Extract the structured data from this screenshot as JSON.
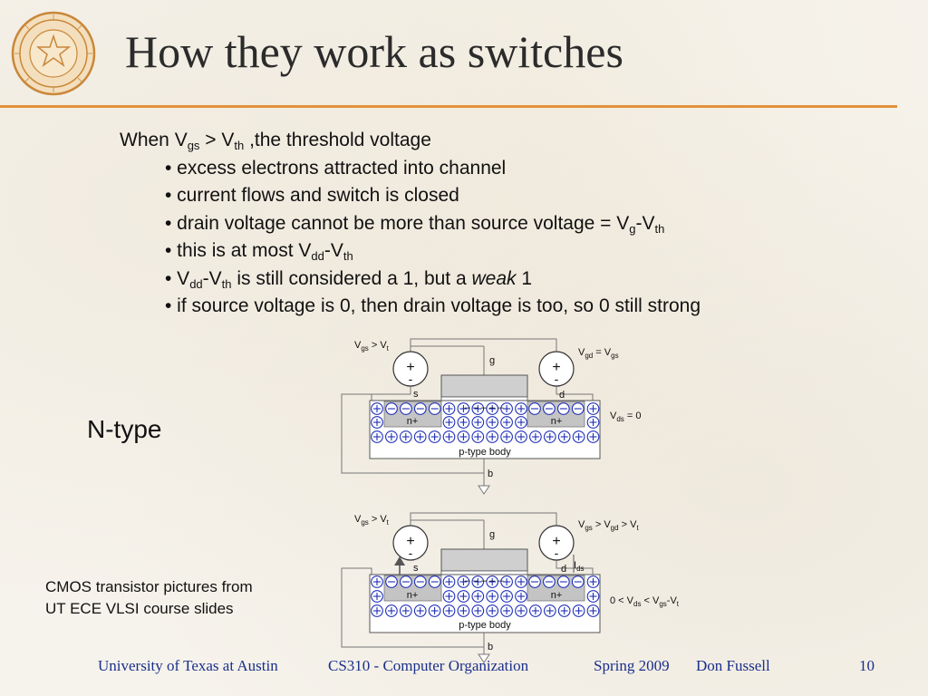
{
  "title": "How they work as switches",
  "bullets": {
    "intro": {
      "a": "When V",
      "b": "gs",
      "c": " > V",
      "d": "th",
      "e": " ,the threshold voltage"
    },
    "b1": "• excess electrons attracted into channel",
    "b2": "• current flows and switch is closed",
    "b3": {
      "a": "• drain voltage cannot be more than source voltage = V",
      "b": "g",
      "c": "-V",
      "d": "th"
    },
    "b4": {
      "a": "• this is at most V",
      "b": "dd",
      "c": "-V",
      "d": "th"
    },
    "b5": {
      "a": "• V",
      "b": "dd",
      "c": "-V",
      "d": "th",
      "e": " is still considered a 1, but a ",
      "f": "weak",
      "g": " 1"
    },
    "b6": "• if source voltage is 0, then drain voltage is too, so 0 still strong"
  },
  "ntype_label": "N-type",
  "credit": {
    "line1": "CMOS transistor pictures from",
    "line2": "UT ECE VLSI course slides"
  },
  "diagram": {
    "sym_plus": "+",
    "sym_minus": "-",
    "channel_minus": "– – – – –",
    "top": {
      "vgs_a": "V",
      "vgs_b": "gs",
      "vgs_c": " > V",
      "vgs_d": "t",
      "vgd_a": "V",
      "vgd_b": "gd",
      "vgd_c": " = V",
      "vgd_d": "gs",
      "vds_a": "V",
      "vds_b": "ds",
      "vds_c": " = 0",
      "g": "g",
      "s": "s",
      "d": "d",
      "n_left": "n+",
      "n_right": "n+",
      "body": "p-type body",
      "b": "b"
    },
    "bottom": {
      "vgs_a": "V",
      "vgs_b": "gs",
      "vgs_c": " > V",
      "vgs_d": "t",
      "rt_a": "V",
      "rt_b": "gs",
      "rt_c": " > V",
      "rt_d": "gd",
      "rt_e": " > V",
      "rt_f": "t",
      "ids_a": "I",
      "ids_b": "ds",
      "vds_a": "0 < V",
      "vds_b": "ds",
      "vds_c": " < V",
      "vds_d": "gs",
      "vds_e": "-V",
      "vds_f": "t",
      "g": "g",
      "s": "s",
      "d": "d",
      "n_left": "n+",
      "n_right": "n+",
      "body": "p-type body",
      "b": "b"
    }
  },
  "footer": {
    "university": "University of Texas at Austin",
    "course": "CS310  -  Computer Organization",
    "term": "Spring 2009",
    "author": "Don Fussell",
    "page": "10"
  },
  "colors": {
    "accent": "#e3913b",
    "footer_text": "#1a2f8a",
    "charge": "#1f2fb8",
    "seal": "#c9873a"
  }
}
